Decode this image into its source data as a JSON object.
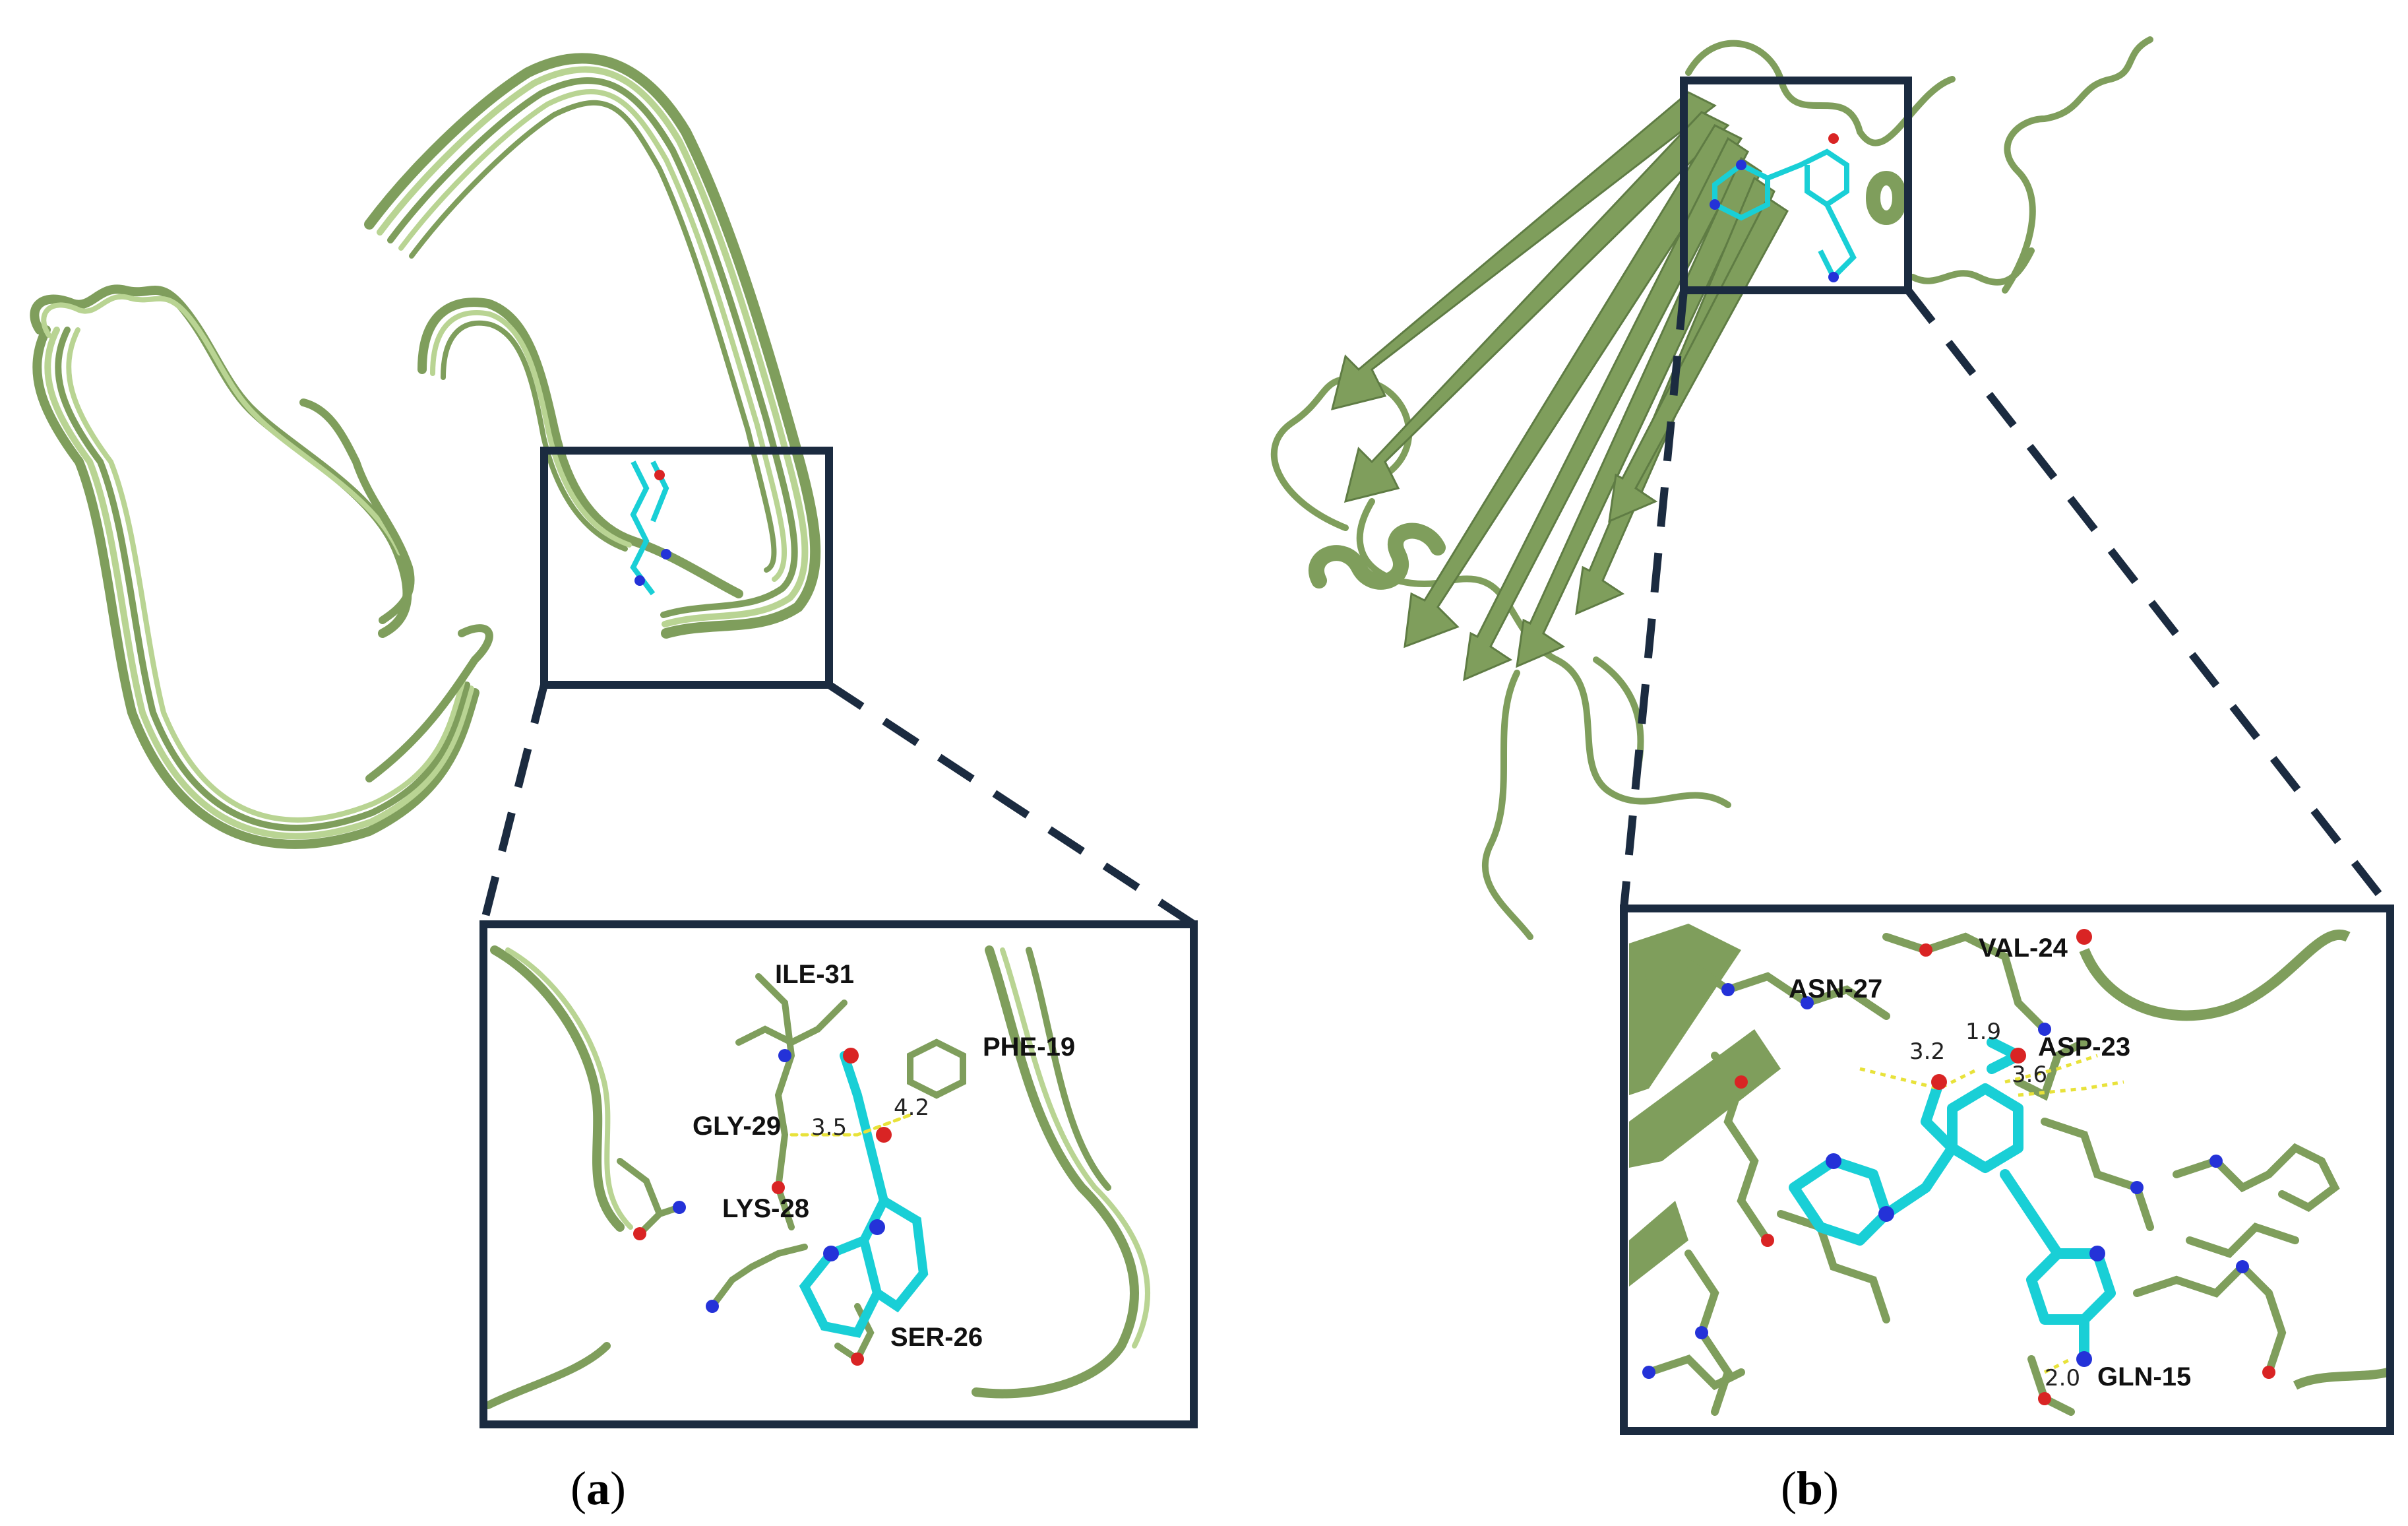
{
  "colors": {
    "protein": "#7f9e5c",
    "protein_light": "#b9d493",
    "ligand_carbon": "#19cfd6",
    "nitrogen": "#2432d8",
    "oxygen": "#d92424",
    "hydrogen_bond": "#e8e23a",
    "box_frame": "#1b2b40"
  },
  "panel_a": {
    "label_open": "(",
    "label_letter": "a",
    "label_close": ")",
    "residues": [
      "ILE-31",
      "PHE-19",
      "GLY-29",
      "LYS-28",
      "SER-26"
    ],
    "distances": [
      "3.5",
      "4.2"
    ]
  },
  "panel_b": {
    "label_open": "(",
    "label_letter": "b",
    "label_close": ")",
    "residues": [
      "VAL-24",
      "ASN-27",
      "ASP-23",
      "GLN-15"
    ],
    "distances": [
      "1.9",
      "3.2",
      "3.6",
      "2.0"
    ]
  }
}
